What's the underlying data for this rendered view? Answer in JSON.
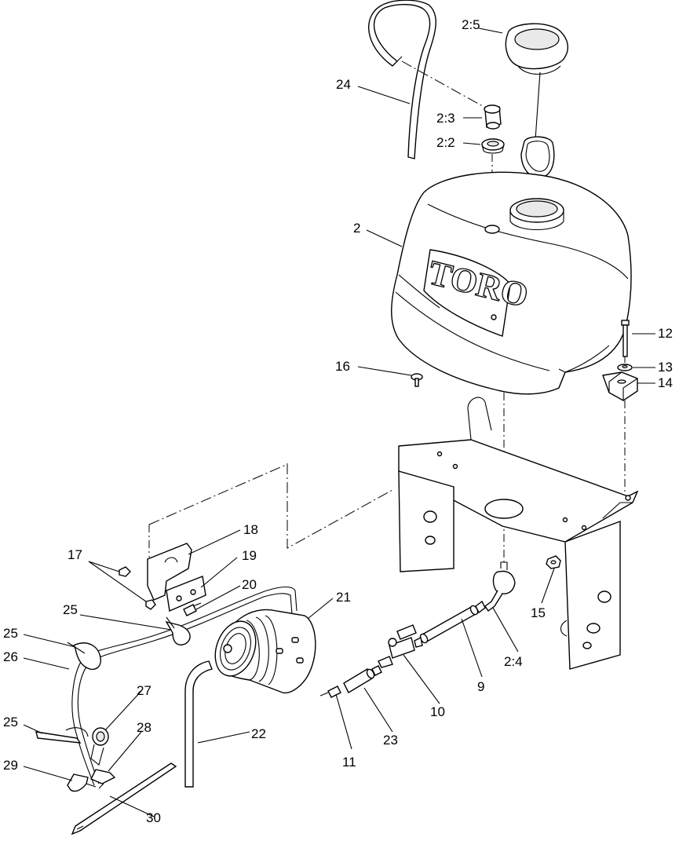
{
  "logo_text": "TORO",
  "labels": {
    "l_2_5": "2:5",
    "l_24": "24",
    "l_2_3": "2:3",
    "l_2_2": "2:2",
    "l_2": "2",
    "l_12": "12",
    "l_13": "13",
    "l_14": "14",
    "l_16": "16",
    "l_18": "18",
    "l_17": "17",
    "l_19": "19",
    "l_20": "20",
    "l_21": "21",
    "l_25a": "25",
    "l_25b": "25",
    "l_25c": "25",
    "l_26": "26",
    "l_27": "27",
    "l_28": "28",
    "l_29": "29",
    "l_30": "30",
    "l_22": "22",
    "l_15": "15",
    "l_2_4": "2:4",
    "l_9": "9",
    "l_10": "10",
    "l_11": "11",
    "l_23": "23"
  }
}
